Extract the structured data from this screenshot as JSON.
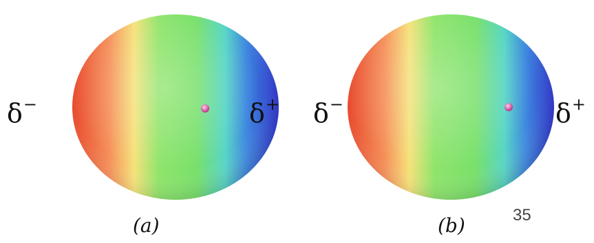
{
  "panels": [
    {
      "caption": "(a)",
      "left_label": "δ",
      "left_sign": "−",
      "right_label": "δ",
      "right_sign": "+"
    },
    {
      "caption": "(b)",
      "left_label": "δ",
      "left_sign": "−",
      "right_label": "δ",
      "right_sign": "+"
    }
  ],
  "page_number": "35",
  "colors": {
    "red": "#ef5a3a",
    "orange": "#f5905a",
    "yellow": "#f3e47a",
    "green": "#6fdf5a",
    "cyan": "#52d0d8",
    "blue": "#2f3fd8",
    "nucleus": "#d04a9a"
  }
}
